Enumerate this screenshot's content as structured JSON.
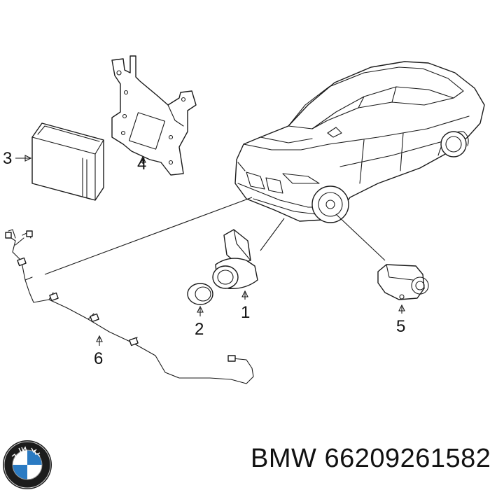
{
  "callouts": {
    "part1": "1",
    "part2": "2",
    "part3": "3",
    "part4": "4",
    "part5": "5",
    "part6": "6"
  },
  "footer": {
    "brand": "BMW",
    "part_number": "66209261582",
    "logo_icon": "bmw-roundel-icon",
    "logo_colors": {
      "blue": "#2b7bc3",
      "ring": "#1c1c1c",
      "white": "#ffffff"
    }
  }
}
